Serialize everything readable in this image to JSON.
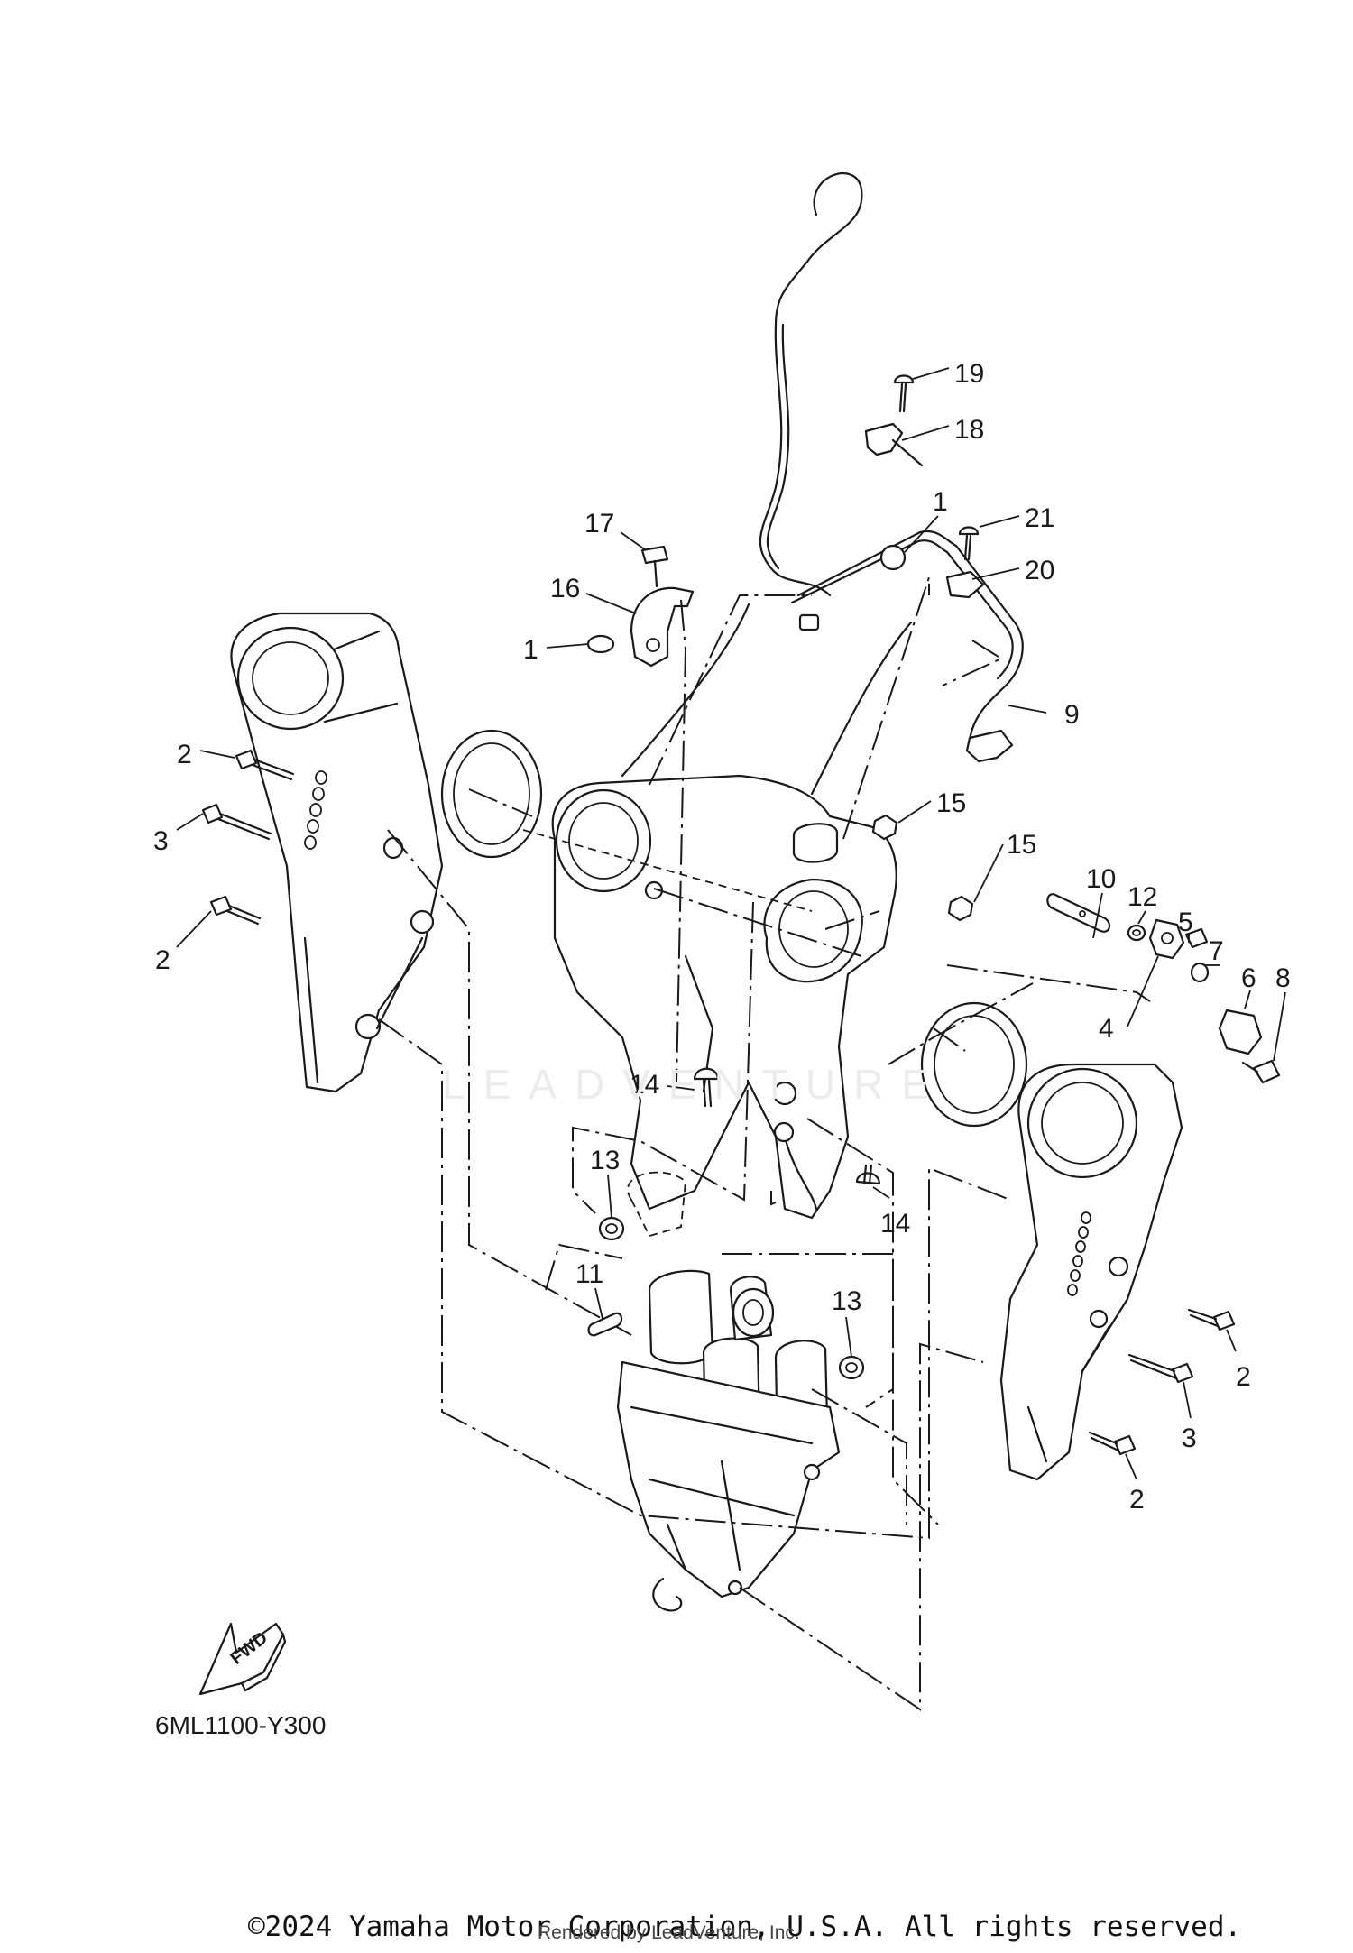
{
  "diagram": {
    "drawing_code": "6ML1100-Y300",
    "copyright": "©2024 Yamaha Motor Corporation, U.S.A. All rights reserved.",
    "rendered_by": "Rendered by LeadVenture, Inc.",
    "watermark": "LEADVENTURE",
    "fwd_label": "FWD",
    "callouts": [
      {
        "id": "c19",
        "label": "19"
      },
      {
        "id": "c18",
        "label": "18"
      },
      {
        "id": "c1a",
        "label": "1"
      },
      {
        "id": "c21",
        "label": "21"
      },
      {
        "id": "c20",
        "label": "20"
      },
      {
        "id": "c17",
        "label": "17"
      },
      {
        "id": "c16",
        "label": "16"
      },
      {
        "id": "c1b",
        "label": "1"
      },
      {
        "id": "c9",
        "label": "9"
      },
      {
        "id": "c2a",
        "label": "2"
      },
      {
        "id": "c3a",
        "label": "3"
      },
      {
        "id": "c2b",
        "label": "2"
      },
      {
        "id": "c15a",
        "label": "15"
      },
      {
        "id": "c15b",
        "label": "15"
      },
      {
        "id": "c10",
        "label": "10"
      },
      {
        "id": "c12",
        "label": "12"
      },
      {
        "id": "c5",
        "label": "5"
      },
      {
        "id": "c7",
        "label": "7"
      },
      {
        "id": "c6",
        "label": "6"
      },
      {
        "id": "c8",
        "label": "8"
      },
      {
        "id": "c4",
        "label": "4"
      },
      {
        "id": "c14a",
        "label": "14"
      },
      {
        "id": "c14b",
        "label": "14"
      },
      {
        "id": "c13a",
        "label": "13"
      },
      {
        "id": "c11",
        "label": "11"
      },
      {
        "id": "c13b",
        "label": "13"
      },
      {
        "id": "c2c",
        "label": "2"
      },
      {
        "id": "c3b",
        "label": "3"
      },
      {
        "id": "c2d",
        "label": "2"
      }
    ]
  }
}
